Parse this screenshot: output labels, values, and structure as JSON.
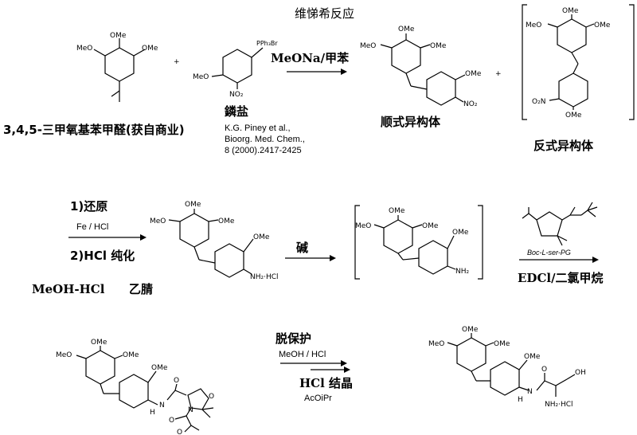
{
  "title": "维悌希反应",
  "row1": {
    "aldehyde_caption": "3,4,5-三甲氧基苯甲醛(获自商业)",
    "aldehyde_labels": [
      "OMe",
      "MeO",
      "OMe"
    ],
    "plus1": "+",
    "phosphonium_group": "PPh₃Br",
    "phosphonium_labels": [
      "MeO",
      "NO₂"
    ],
    "phosphonium_caption": "鏻盐",
    "reference": [
      "K.G. Piney et al.,",
      "Bioorg. Med. Chem.,",
      "8 (2000).2417-2425"
    ],
    "reagent": "MeONa/甲苯",
    "cis_caption": "顺式异构体",
    "cis_labels": [
      "OMe",
      "MeO",
      "OMe",
      "OMe",
      "NO₂"
    ],
    "plus2": "+",
    "trans_caption": "反式异构体",
    "trans_labels": [
      "OMe",
      "MeO",
      "OMe",
      "O₂N",
      "OMe"
    ]
  },
  "row2": {
    "step1": "1)还原",
    "step1_sub": "Fe / HCl",
    "step2": "2)HCl 纯化",
    "solvent_a": "MeOH-HCl",
    "solvent_b": "乙腈",
    "salt_labels": [
      "OMe",
      "MeO",
      "OMe",
      "OMe",
      "NH₂·HCl"
    ],
    "base": "碱",
    "free_amine_labels": [
      "OMe",
      "MeO",
      "OMe",
      "OMe",
      "NH₂"
    ],
    "boc_reagent_label": "Boc-L-ser-PG",
    "coupling": "EDCl/二氯甲烷"
  },
  "row3": {
    "protected_labels": [
      "OMe",
      "MeO",
      "OMe",
      "OMe",
      "H",
      "N",
      "O",
      "O",
      "N",
      "O",
      "O"
    ],
    "deprotect": "脱保护",
    "deprotect_sub": "MeOH / HCl",
    "crystallize": "HCl 结晶",
    "crystallize_sub": "AcOiPr",
    "product_labels": [
      "OMe",
      "MeO",
      "OMe",
      "OMe",
      "H",
      "N",
      "O",
      "OH",
      "NH₂·HCl"
    ]
  }
}
